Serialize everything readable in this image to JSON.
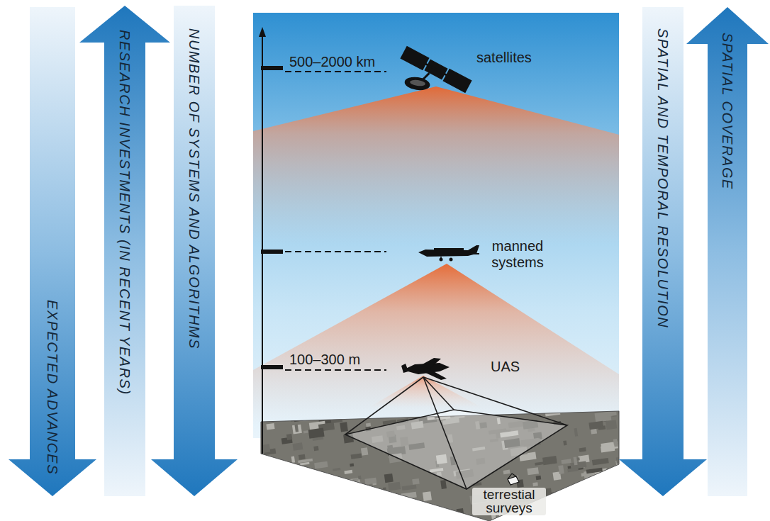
{
  "diagram": {
    "nodes": [
      {
        "text": [
          "EXPECTED ADVANCES"
        ]
      },
      {
        "text": [
          "RESEARCH INVESTMENTS (IN RECENT YEARS)"
        ]
      },
      {
        "text": [
          "NUMBER OF SYSTEMS AND ALGORITHMS"
        ]
      },
      {
        "text": [
          "SPATIAL AND TEMPORAL RESOLUTION"
        ]
      },
      {
        "text": [
          "SPATIAL COVERAGE"
        ]
      }
    ],
    "labels": [
      "500–2000 km",
      "satellites",
      "manned systems",
      "100–300 m",
      "UAS",
      "terrestial surveys"
    ]
  }
}
